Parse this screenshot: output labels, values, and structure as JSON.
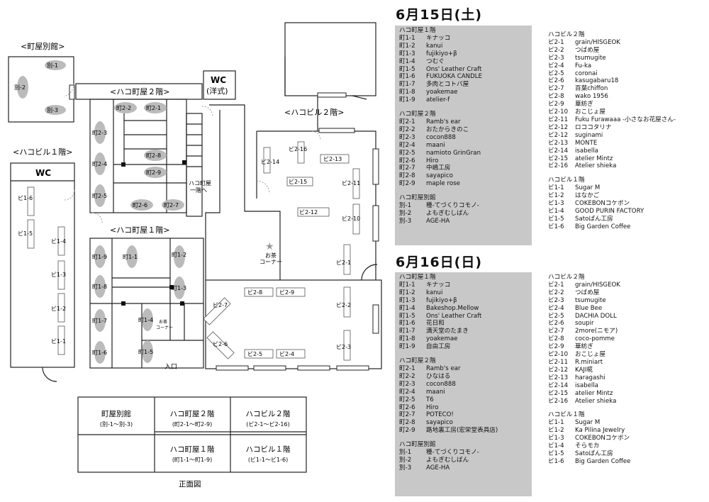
{
  "map": {
    "buildings": {
      "machiya_annex": "<町屋別館>",
      "machiya_2f": "<ハコ町屋２階>",
      "machiya_1f": "<ハコ町屋１階>",
      "hakobiru_1f": "<ハコビル１階>",
      "hakobiru_2f": "<ハコビル２階>"
    },
    "wc_label": "WC",
    "wc_yoshiki_line1": "WC",
    "wc_yoshiki_line2": "(洋式)",
    "stair_note": [
      "ハコ町屋",
      "一階へ"
    ],
    "tea_corner_big": [
      "お茶",
      "コーナー"
    ],
    "tea_corner_small": [
      "お茶",
      "コーナー"
    ],
    "entrance": "入口",
    "booths": {
      "annex": [
        "別-1",
        "別-2",
        "別-3"
      ],
      "m2": [
        "町2-1",
        "町2-2",
        "町2-3",
        "町2-4",
        "町2-5",
        "町2-6",
        "町2-7",
        "町2-8",
        "町2-9"
      ],
      "m1": [
        "町1-1",
        "町1-2",
        "町1-3",
        "町1-4",
        "町1-5",
        "町1-6",
        "町1-7",
        "町1-8",
        "町1-9"
      ],
      "b1": [
        "ビ1-1",
        "ビ1-2",
        "ビ1-3",
        "ビ1-4",
        "ビ1-5",
        "ビ1-6"
      ],
      "b2": [
        "ビ2-1",
        "ビ2-2",
        "ビ2-3",
        "ビ2-4",
        "ビ2-5",
        "ビ2-6",
        "ビ2-7",
        "ビ2-8",
        "ビ2-9",
        "ビ2-10",
        "ビ2-11",
        "ビ2-12",
        "ビ2-13",
        "ビ2-14",
        "ビ2-15",
        "ビ2-16"
      ]
    }
  },
  "front_view": {
    "caption": "正面図",
    "cells": [
      {
        "title": "町屋別館",
        "sub": "(別-1〜別-3)"
      },
      {
        "title": "ハコ町屋２階",
        "sub": "(町2-1〜町2-9)"
      },
      {
        "title": "ハコビル２階",
        "sub": "(ビ2-1〜ビ2-16)"
      },
      {
        "title": "",
        "sub": ""
      },
      {
        "title": "ハコ町屋１階",
        "sub": "(町1-1〜町1-9)"
      },
      {
        "title": "ハコビル１階",
        "sub": "(ビ1-1〜ビ1-6)"
      }
    ]
  },
  "days": [
    {
      "title": "6月15日(土)",
      "left": [
        {
          "title": "ハコ町屋１階",
          "rows": [
            [
              "町1-1",
              "キナッコ"
            ],
            [
              "町1-2",
              "kanui"
            ],
            [
              "町1-3",
              "fujikiyo+β"
            ],
            [
              "町1-4",
              "つむぐ"
            ],
            [
              "町1-5",
              "Ons' Leather Craft"
            ],
            [
              "町1-6",
              "FUKUOKA CANDLE"
            ],
            [
              "町1-7",
              "多肉とコトバ屋"
            ],
            [
              "町1-8",
              "yoakemae"
            ],
            [
              "町1-9",
              "atelier-f"
            ]
          ]
        },
        {
          "title": "ハコ町屋２階",
          "rows": [
            [
              "町2-1",
              "Ramb's ear"
            ],
            [
              "町2-2",
              "おたからきのこ"
            ],
            [
              "町2-3",
              "cocon888"
            ],
            [
              "町2-4",
              "maani"
            ],
            [
              "町2-5",
              "namioto GrinGran"
            ],
            [
              "町2-6",
              "Hiro"
            ],
            [
              "町2-7",
              "中嶋工房"
            ],
            [
              "町2-8",
              "sayapico"
            ],
            [
              "町2-9",
              "maple rose"
            ]
          ]
        },
        {
          "title": "ハコ町屋別館",
          "rows": [
            [
              "別-1",
              "種-てづくりコモノ-"
            ],
            [
              "別-2",
              "よもぎむしばん"
            ],
            [
              "別-3",
              "AGE-HA"
            ]
          ]
        }
      ],
      "right": [
        {
          "title": "ハコビル２階",
          "rows": [
            [
              "ビ2-1",
              "grain/HISGEOK"
            ],
            [
              "ビ2-2",
              "つばめ屋"
            ],
            [
              "ビ2-3",
              "tsumugite"
            ],
            [
              "ビ2-4",
              "Fu-ka"
            ],
            [
              "ビ2-5",
              "coronai"
            ],
            [
              "ビ2-6",
              "kasugabaru18"
            ],
            [
              "ビ2-7",
              "百葉chiffon"
            ],
            [
              "ビ2-8",
              "wako 1956"
            ],
            [
              "ビ2-9",
              "華紡ぎ"
            ],
            [
              "ビ2-10",
              "おこじょ屋"
            ],
            [
              "ビ2-11",
              "Fuku Furawaaa -小さなお花屋さん-"
            ],
            [
              "ビ2-12",
              "ロココタリナ"
            ],
            [
              "ビ2-12",
              "suginami"
            ],
            [
              "ビ2-13",
              "MONTE"
            ],
            [
              "ビ2-14",
              "isabella"
            ],
            [
              "ビ2-15",
              "atelier Mintz"
            ],
            [
              "ビ2-16",
              "Atelier shieka"
            ]
          ]
        },
        {
          "title": "ハコビル１階",
          "rows": [
            [
              "ビ1-1",
              "Sugar M"
            ],
            [
              "ビ1-2",
              "はなかご"
            ],
            [
              "ビ1-3",
              "COKEBONコケボン"
            ],
            [
              "ビ1-4",
              "GOOD PURIN FACTORY"
            ],
            [
              "ビ1-5",
              "Satoぱん工房"
            ],
            [
              "ビ1-6",
              "Big Garden Coffee"
            ]
          ]
        }
      ]
    },
    {
      "title": "6月16日(日)",
      "left": [
        {
          "title": "ハコ町屋１階",
          "rows": [
            [
              "町1-1",
              "キナッコ"
            ],
            [
              "町1-2",
              "kanui"
            ],
            [
              "町1-3",
              "fujikiyo+β"
            ],
            [
              "町1-4",
              "Bakeshop.Mellow"
            ],
            [
              "町1-5",
              "Ons' Leather Craft"
            ],
            [
              "町1-6",
              "花日和"
            ],
            [
              "町1-7",
              "満天堂のたまき"
            ],
            [
              "町1-8",
              "yoakemae"
            ],
            [
              "町1-9",
              "自由工房"
            ]
          ]
        },
        {
          "title": "ハコ町屋２階",
          "rows": [
            [
              "町2-1",
              "Ramb's ear"
            ],
            [
              "町2-2",
              "ひなはる"
            ],
            [
              "町2-3",
              "cocon888"
            ],
            [
              "町2-4",
              "maani"
            ],
            [
              "町2-5",
              "T6"
            ],
            [
              "町2-6",
              "Hiro"
            ],
            [
              "町2-7",
              "POTECO!"
            ],
            [
              "町2-8",
              "sayapico"
            ],
            [
              "町2-9",
              "路地裏工房(宏栄堂表具店)"
            ]
          ]
        },
        {
          "title": "ハコ町屋別館",
          "rows": [
            [
              "別-1",
              "種-てづくりコモノ-"
            ],
            [
              "別-2",
              "よもぎむしばん"
            ],
            [
              "別-3",
              "AGE-HA"
            ]
          ]
        }
      ],
      "right": [
        {
          "title": "ハコビル２階",
          "rows": [
            [
              "ビ2-1",
              "grain/HISGEOK"
            ],
            [
              "ビ2-2",
              "つばめ屋"
            ],
            [
              "ビ2-3",
              "tsumugite"
            ],
            [
              "ビ2-4",
              "Blue Bee"
            ],
            [
              "ビ2-5",
              "DACHIA DOLL"
            ],
            [
              "ビ2-6",
              "soupir"
            ],
            [
              "ビ2-7",
              "2more(ニモア)"
            ],
            [
              "ビ2-8",
              "coco-pomme"
            ],
            [
              "ビ2-9",
              "華紡ぎ"
            ],
            [
              "ビ2-10",
              "おこじょ屋"
            ],
            [
              "ビ2-11",
              "R.miniart"
            ],
            [
              "ビ2-12",
              "KAJI椛"
            ],
            [
              "ビ2-13",
              "haragashi"
            ],
            [
              "ビ2-14",
              "isabella"
            ],
            [
              "ビ2-15",
              "atelier Mintz"
            ],
            [
              "ビ2-16",
              "Atelier shieka"
            ]
          ]
        },
        {
          "title": "ハコビル１階",
          "rows": [
            [
              "ビ1-1",
              "Sugar M"
            ],
            [
              "ビ1-2",
              "Ka Pilina Jewelry"
            ],
            [
              "ビ1-3",
              "COKEBONコケボン"
            ],
            [
              "ビ1-4",
              "そらモカ"
            ],
            [
              "ビ1-5",
              "Satoぱん工房"
            ],
            [
              "ビ1-6",
              "Big Garden Coffee"
            ]
          ]
        }
      ]
    }
  ]
}
